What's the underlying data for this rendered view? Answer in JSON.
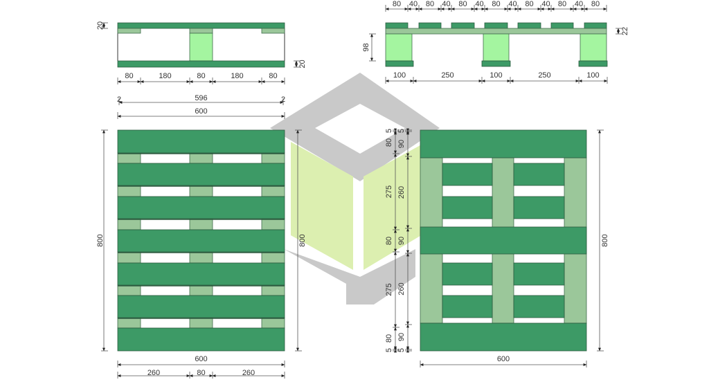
{
  "side_view_left": {
    "top_thickness": "20",
    "bottom_thickness": "20",
    "widths": [
      "80",
      "180",
      "80",
      "180",
      "80"
    ],
    "overhang_left": "2",
    "overhang_right": "2",
    "inner_width": "596",
    "total_width": "600"
  },
  "top_view_left": {
    "length_left": "800",
    "length_right": "800",
    "width": "600",
    "segments": [
      "260",
      "80",
      "260"
    ]
  },
  "side_view_right": {
    "top_widths": [
      "80",
      "40",
      "80",
      "40",
      "80",
      "40",
      "80",
      "40",
      "80",
      "40",
      "80",
      "40",
      "80"
    ],
    "deck_thickness": "22",
    "height": "98",
    "bottom_widths": [
      "100",
      "250",
      "100",
      "250",
      "100"
    ]
  },
  "bottom_view_right": {
    "outer_column": [
      "5",
      "80",
      "275",
      "80",
      "275",
      "80",
      "5"
    ],
    "inner_column": [
      "5",
      "90",
      "260",
      "90",
      "260",
      "90",
      "5"
    ],
    "length": "800",
    "width": "600"
  },
  "colors": {
    "board_dark": "#3d9a66",
    "block_medium": "#9bc79a",
    "block_bright": "#a4f5a0",
    "watermark_gray": "#c9c9c9",
    "watermark_green": "#dcefb0"
  }
}
